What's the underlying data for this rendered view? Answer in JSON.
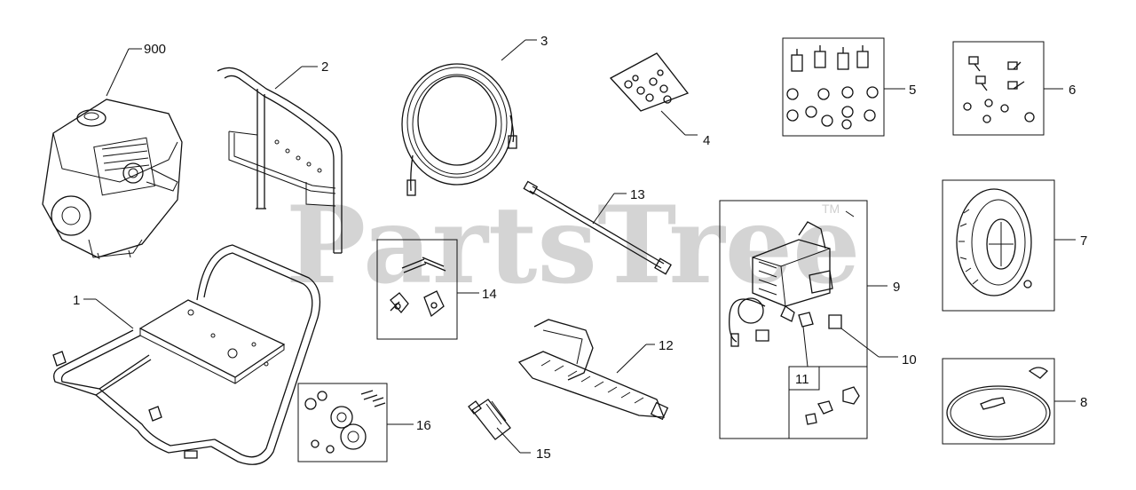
{
  "watermark": {
    "text": "PartsTree",
    "tm": "TM"
  },
  "callouts": {
    "p900": "900",
    "p1": "1",
    "p2": "2",
    "p3": "3",
    "p4": "4",
    "p5": "5",
    "p6": "6",
    "p7": "7",
    "p8": "8",
    "p9": "9",
    "p10": "10",
    "p11": "11",
    "p12": "12",
    "p13": "13",
    "p14": "14",
    "p15": "15",
    "p16": "16"
  },
  "colors": {
    "line": "#111111",
    "watermark": "#d4d4d4",
    "background": "#ffffff"
  }
}
